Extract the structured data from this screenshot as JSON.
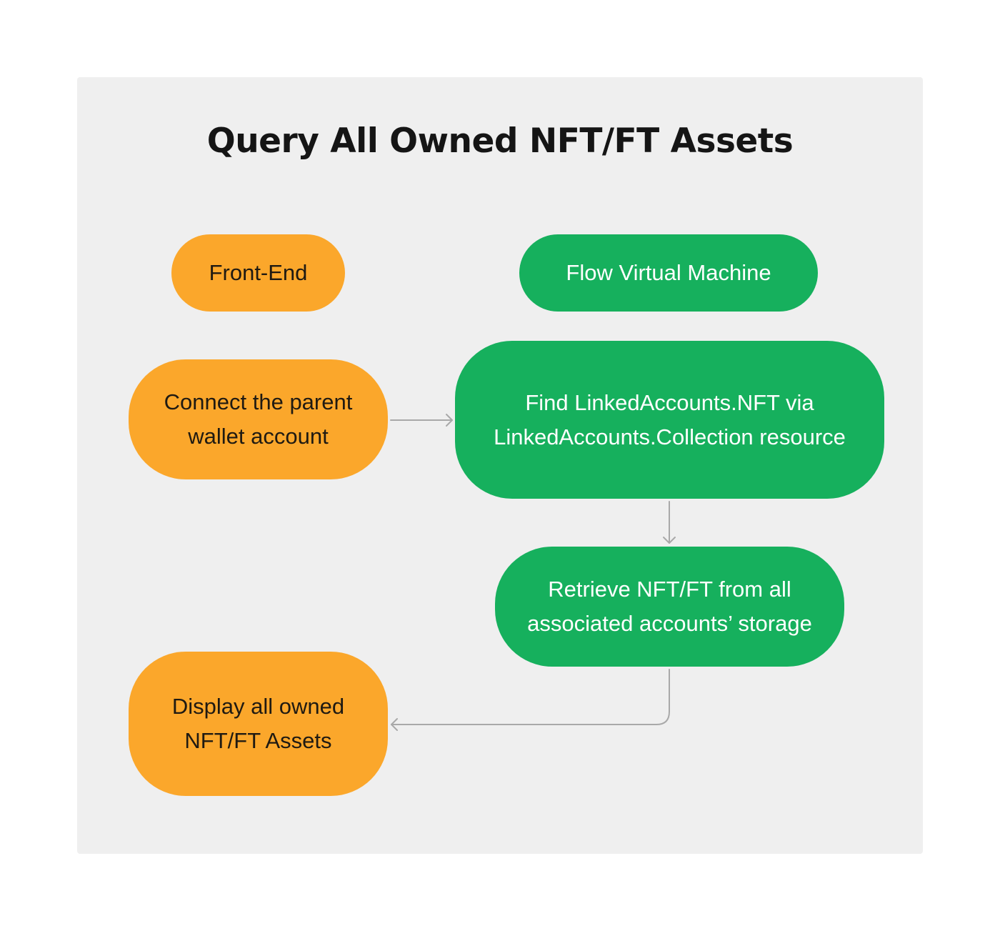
{
  "title": "Query All Owned NFT/FT Assets",
  "colors": {
    "front_end": "#fba72b",
    "virtual_machine": "#16b05d",
    "connector": "#a9a9a9",
    "background_panel": "#efefef"
  },
  "lanes": {
    "front_end": "Front-End",
    "virtual_machine": "Flow Virtual Machine"
  },
  "steps": {
    "connect": [
      "Connect the parent",
      "wallet account"
    ],
    "find": [
      "Find LinkedAccounts.NFT via",
      "LinkedAccounts.Collection resource"
    ],
    "retrieve": [
      "Retrieve NFT/FT from all",
      "associated accounts’ storage"
    ],
    "display": [
      "Display all owned",
      "NFT/FT Assets"
    ]
  }
}
